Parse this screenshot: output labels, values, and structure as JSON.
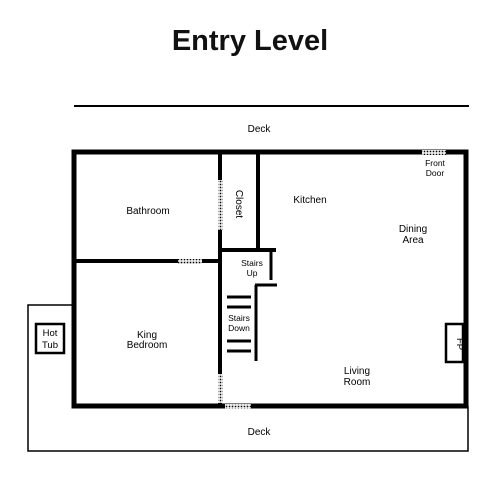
{
  "title": "Entry Level",
  "rooms": {
    "deck_top": "Deck",
    "deck_bottom": "Deck",
    "bathroom": "Bathroom",
    "closet": "Closet",
    "kitchen": "Kitchen",
    "front_door": [
      "Front",
      "Door"
    ],
    "dining_area": [
      "Dining",
      "Area"
    ],
    "stairs_up": [
      "Stairs",
      "Up"
    ],
    "stairs_down": [
      "Stairs",
      "Down"
    ],
    "king_bedroom": [
      "King",
      "Bedroom"
    ],
    "hot_tub": [
      "Hot",
      "Tub"
    ],
    "fireplace": "FP",
    "living_room": [
      "Living",
      "Room"
    ]
  },
  "colors": {
    "wall": "#000000",
    "background": "#ffffff"
  }
}
